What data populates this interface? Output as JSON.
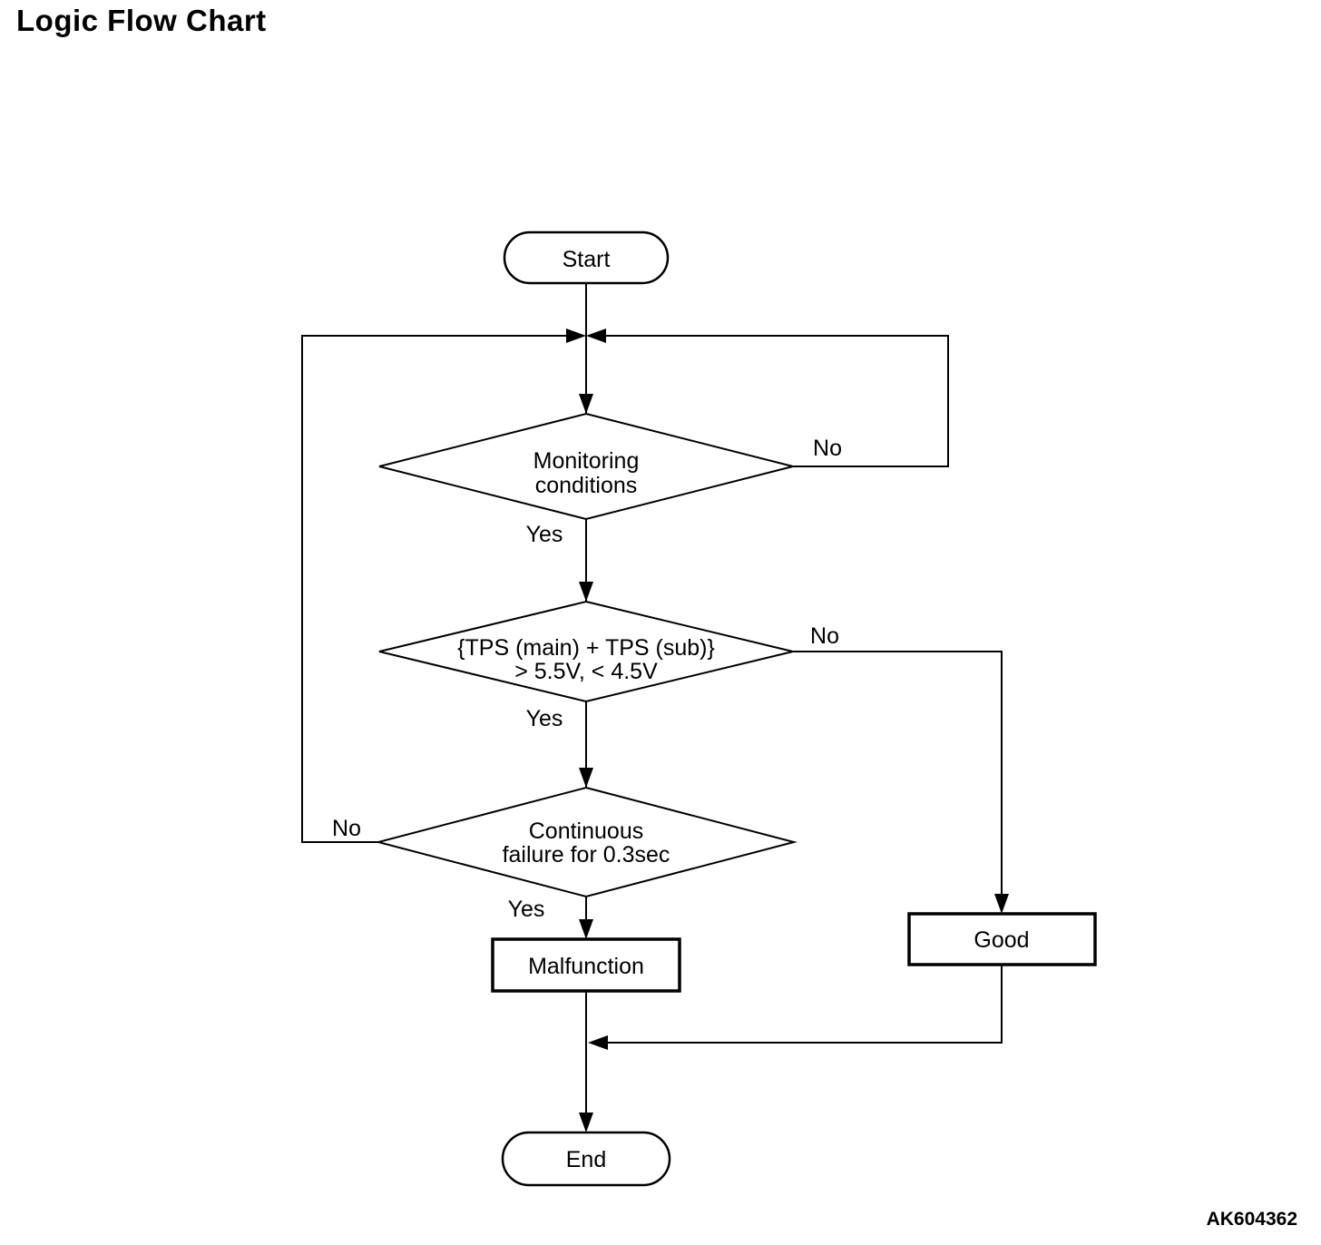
{
  "page": {
    "title": "Logic Flow Chart",
    "figure_code": "AK604362"
  },
  "flowchart": {
    "start": {
      "label": "Start"
    },
    "decision_monitoring": {
      "line1": "Monitoring",
      "line2": "conditions",
      "yes_label": "Yes",
      "no_label": "No"
    },
    "decision_tps": {
      "line1": "{TPS (main) + TPS (sub)}",
      "line2": "> 5.5V, < 4.5V",
      "yes_label": "Yes",
      "no_label": "No"
    },
    "decision_continuous": {
      "line1": "Continuous",
      "line2": "failure for 0.3sec",
      "yes_label": "Yes",
      "no_label": "No"
    },
    "process_malfunction": {
      "label": "Malfunction"
    },
    "process_good": {
      "label": "Good"
    },
    "end": {
      "label": "End"
    },
    "colors": {
      "line": "#000000",
      "text": "#000000",
      "background": "#ffffff"
    }
  }
}
